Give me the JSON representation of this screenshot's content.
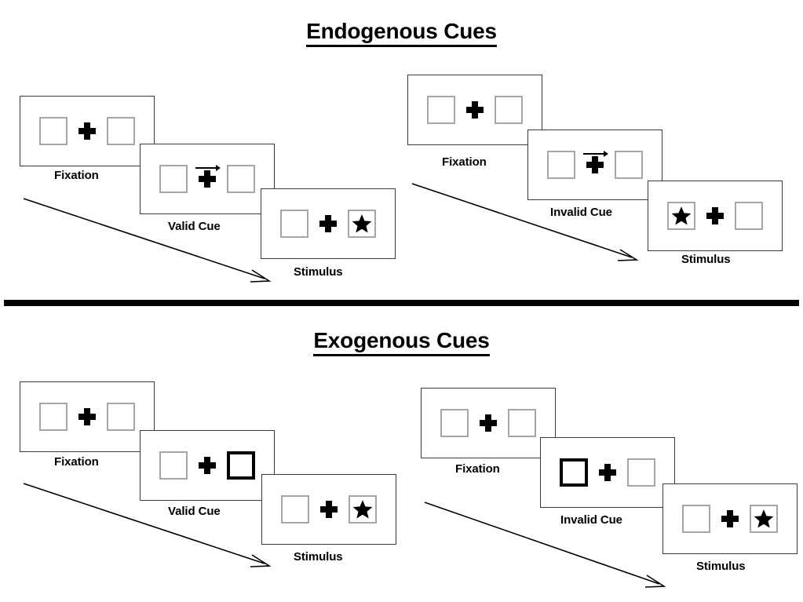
{
  "figure": {
    "background_color": "#ffffff",
    "line_color": "#3a3a3a",
    "box_color": "#a6a6a6",
    "cue_color": "#000000"
  },
  "sections": [
    {
      "id": "endogenous",
      "title": "Endogenous Cues",
      "columns": [
        {
          "id": "endogenous-valid",
          "frames": [
            {
              "caption": "Fixation",
              "cue": "none",
              "stimulus_side": "none"
            },
            {
              "caption": "Valid Cue",
              "cue": "arrow-right",
              "stimulus_side": "none"
            },
            {
              "caption": "Stimulus",
              "cue": "none",
              "stimulus_side": "right"
            }
          ]
        },
        {
          "id": "endogenous-invalid",
          "frames": [
            {
              "caption": "Fixation",
              "cue": "none",
              "stimulus_side": "none"
            },
            {
              "caption": "Invalid Cue",
              "cue": "arrow-right",
              "stimulus_side": "none"
            },
            {
              "caption": "Stimulus",
              "cue": "none",
              "stimulus_side": "left"
            }
          ]
        }
      ]
    },
    {
      "id": "exogenous",
      "title": "Exogenous Cues",
      "columns": [
        {
          "id": "exogenous-valid",
          "frames": [
            {
              "caption": "Fixation",
              "cue": "none",
              "stimulus_side": "none"
            },
            {
              "caption": "Valid Cue",
              "cue": "box-right",
              "stimulus_side": "none"
            },
            {
              "caption": "Stimulus",
              "cue": "none",
              "stimulus_side": "right"
            }
          ]
        },
        {
          "id": "exogenous-invalid",
          "frames": [
            {
              "caption": "Fixation",
              "cue": "none",
              "stimulus_side": "none"
            },
            {
              "caption": "Invalid Cue",
              "cue": "box-left",
              "stimulus_side": "none"
            },
            {
              "caption": "Stimulus",
              "cue": "none",
              "stimulus_side": "right"
            }
          ]
        }
      ]
    }
  ],
  "labels": {
    "endo_title": "Endogenous Cues",
    "exo_title": "Exogenous Cues",
    "fixation": "Fixation",
    "valid_cue": "Valid Cue",
    "invalid_cue": "Invalid Cue",
    "stimulus": "Stimulus"
  },
  "icons": {
    "fixation_cross": "plus-icon",
    "target": "star-icon",
    "directional_cue": "arrow-right-icon",
    "flow": "diagonal-arrow-icon"
  }
}
